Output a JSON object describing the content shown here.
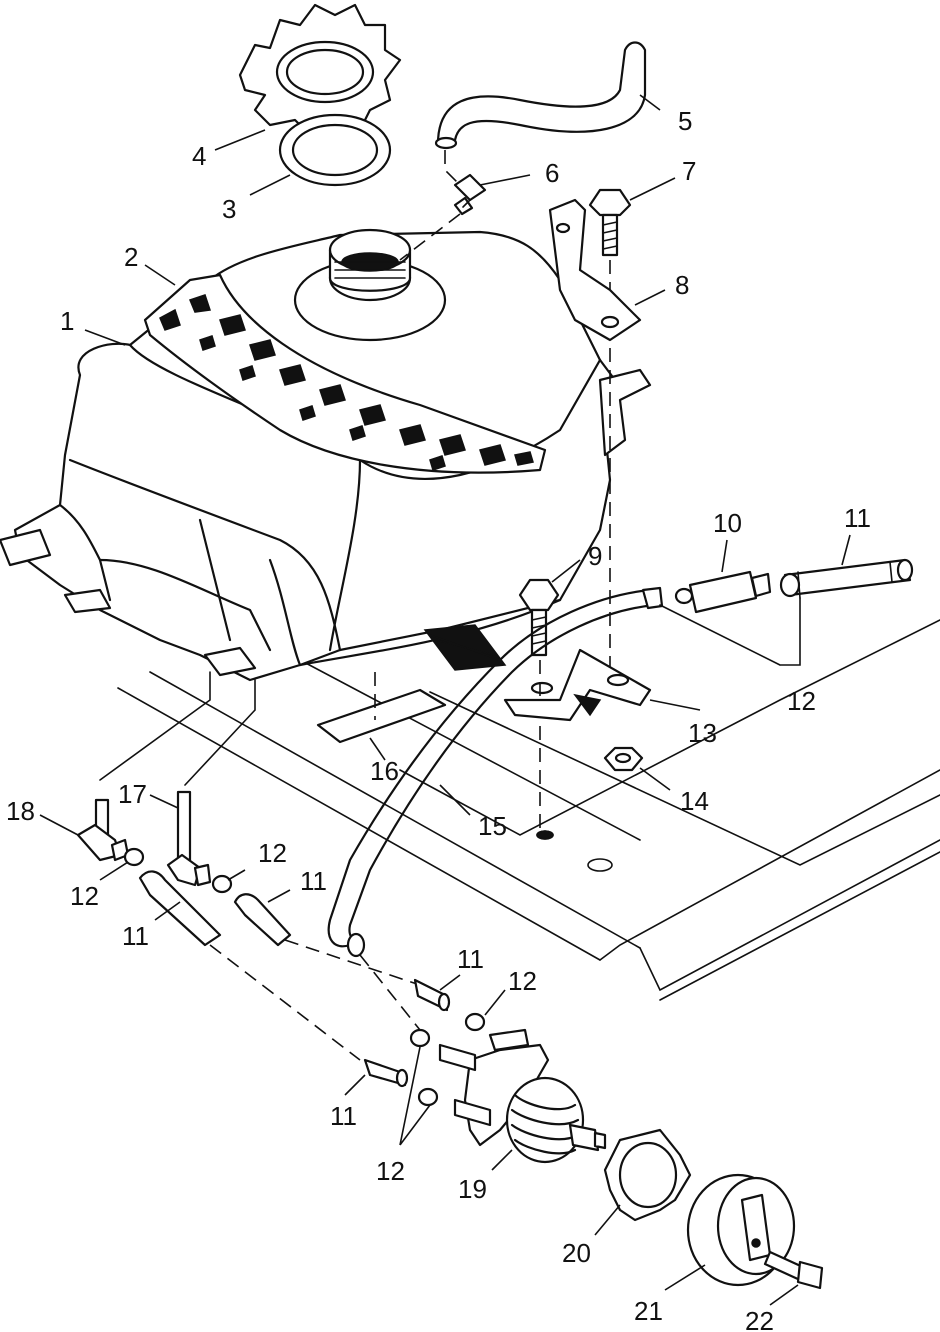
{
  "callouts": [
    {
      "id": "c1",
      "text": "1"
    },
    {
      "id": "c2",
      "text": "2"
    },
    {
      "id": "c3",
      "text": "3"
    },
    {
      "id": "c4",
      "text": "4"
    },
    {
      "id": "c5",
      "text": "5"
    },
    {
      "id": "c6",
      "text": "6"
    },
    {
      "id": "c7",
      "text": "7"
    },
    {
      "id": "c8",
      "text": "8"
    },
    {
      "id": "c9",
      "text": "9"
    },
    {
      "id": "c10",
      "text": "10"
    },
    {
      "id": "c11a",
      "text": "11"
    },
    {
      "id": "c12a",
      "text": "12"
    },
    {
      "id": "c13",
      "text": "13"
    },
    {
      "id": "c14",
      "text": "14"
    },
    {
      "id": "c15",
      "text": "15"
    },
    {
      "id": "c16",
      "text": "16"
    },
    {
      "id": "c17",
      "text": "17"
    },
    {
      "id": "c18",
      "text": "18"
    },
    {
      "id": "c12b",
      "text": "12"
    },
    {
      "id": "c12c",
      "text": "12"
    },
    {
      "id": "c11b",
      "text": "11"
    },
    {
      "id": "c11c",
      "text": "11"
    },
    {
      "id": "c11d",
      "text": "11"
    },
    {
      "id": "c12d",
      "text": "12"
    },
    {
      "id": "c11e",
      "text": "11"
    },
    {
      "id": "c12e",
      "text": "12"
    },
    {
      "id": "c19",
      "text": "19"
    },
    {
      "id": "c20",
      "text": "20"
    },
    {
      "id": "c21",
      "text": "21"
    },
    {
      "id": "c22",
      "text": "22"
    }
  ]
}
